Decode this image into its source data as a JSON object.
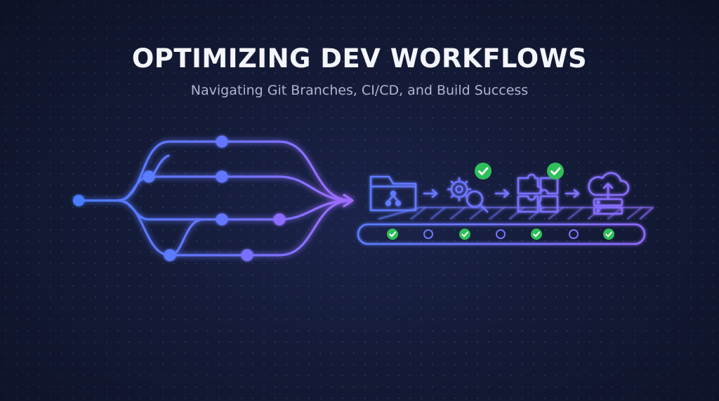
{
  "header": {
    "title": "OPTIMIZING DEV WORKFLOWS",
    "subtitle": "Navigating Git Branches, CI/CD, and Build Success"
  },
  "colors": {
    "background": "#141b37",
    "branch_blue": "#4a7dff",
    "branch_violet": "#9b6bff",
    "pipeline_blue": "#5b7cff",
    "success_green": "#2fbf5a",
    "text_primary": "#f3f5fb",
    "text_secondary": "#aeb6d0"
  },
  "icons": {
    "git_branch_diagram": "git-branch-graph-icon",
    "pipeline_stages": [
      "folder-git-icon",
      "gear-search-icon",
      "puzzle-pieces-icon",
      "cloud-upload-server-icon"
    ],
    "stage_status": [
      "none",
      "success",
      "success",
      "none"
    ],
    "conveyor_indicators": [
      "success",
      "empty",
      "success",
      "empty",
      "success",
      "empty",
      "success"
    ]
  }
}
